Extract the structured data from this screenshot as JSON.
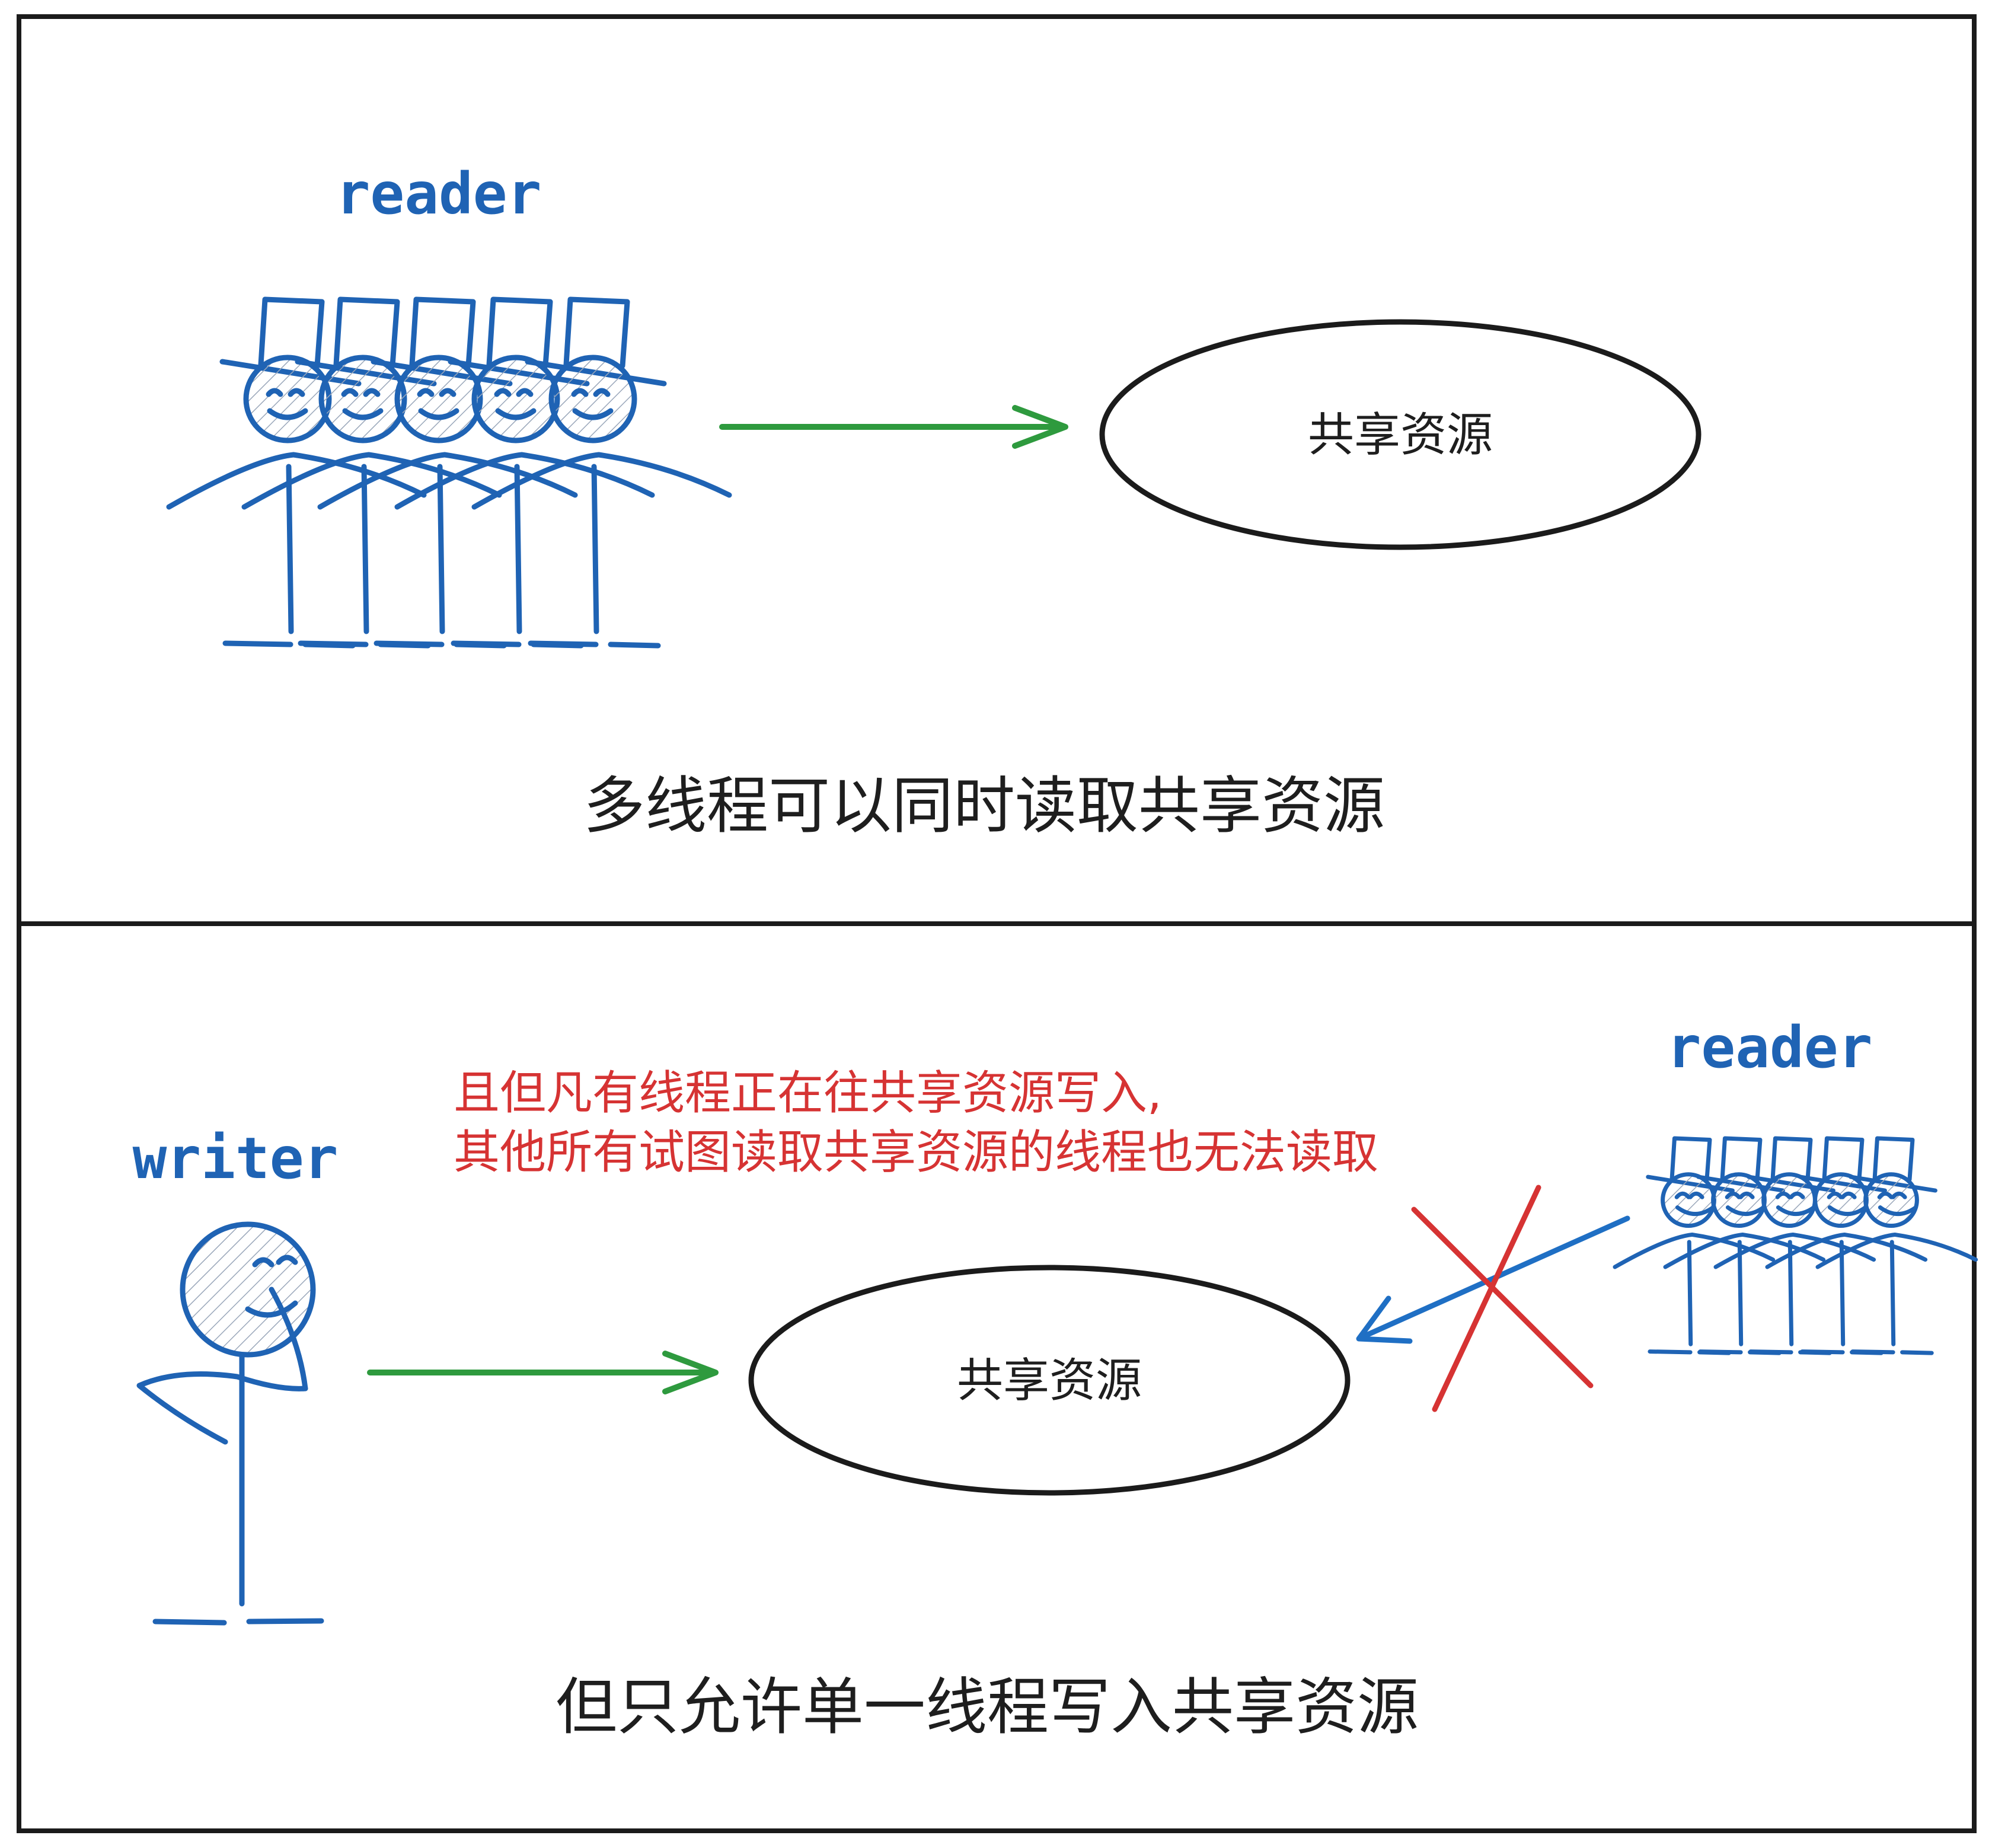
{
  "top_panel": {
    "actor_label": "reader",
    "resource_label": "共享资源",
    "caption": "多线程可以同时读取共享资源"
  },
  "bottom_panel": {
    "writer_label": "writer",
    "reader_label": "reader",
    "resource_label": "共享资源",
    "warning_line1": "且但凡有线程正在往共享资源写入,",
    "warning_line2": "其他所有试图读取共享资源的线程也无法读取",
    "caption": "但只允许单一线程写入共享资源"
  },
  "colors": {
    "frame": "#1b1b1b",
    "figure": "#1f63b4",
    "arrow_allowed": "#2e9a3e",
    "arrow_blocked": "#1f6fc4",
    "blocked_mark": "#d63333",
    "warning_text": "#d63333",
    "text": "#1e1e1e"
  },
  "icons": {
    "reader_group": "stick-figure-top-hat-group-icon",
    "writer": "stick-figure-thinking-icon",
    "blocked": "red-x-cross-icon"
  }
}
